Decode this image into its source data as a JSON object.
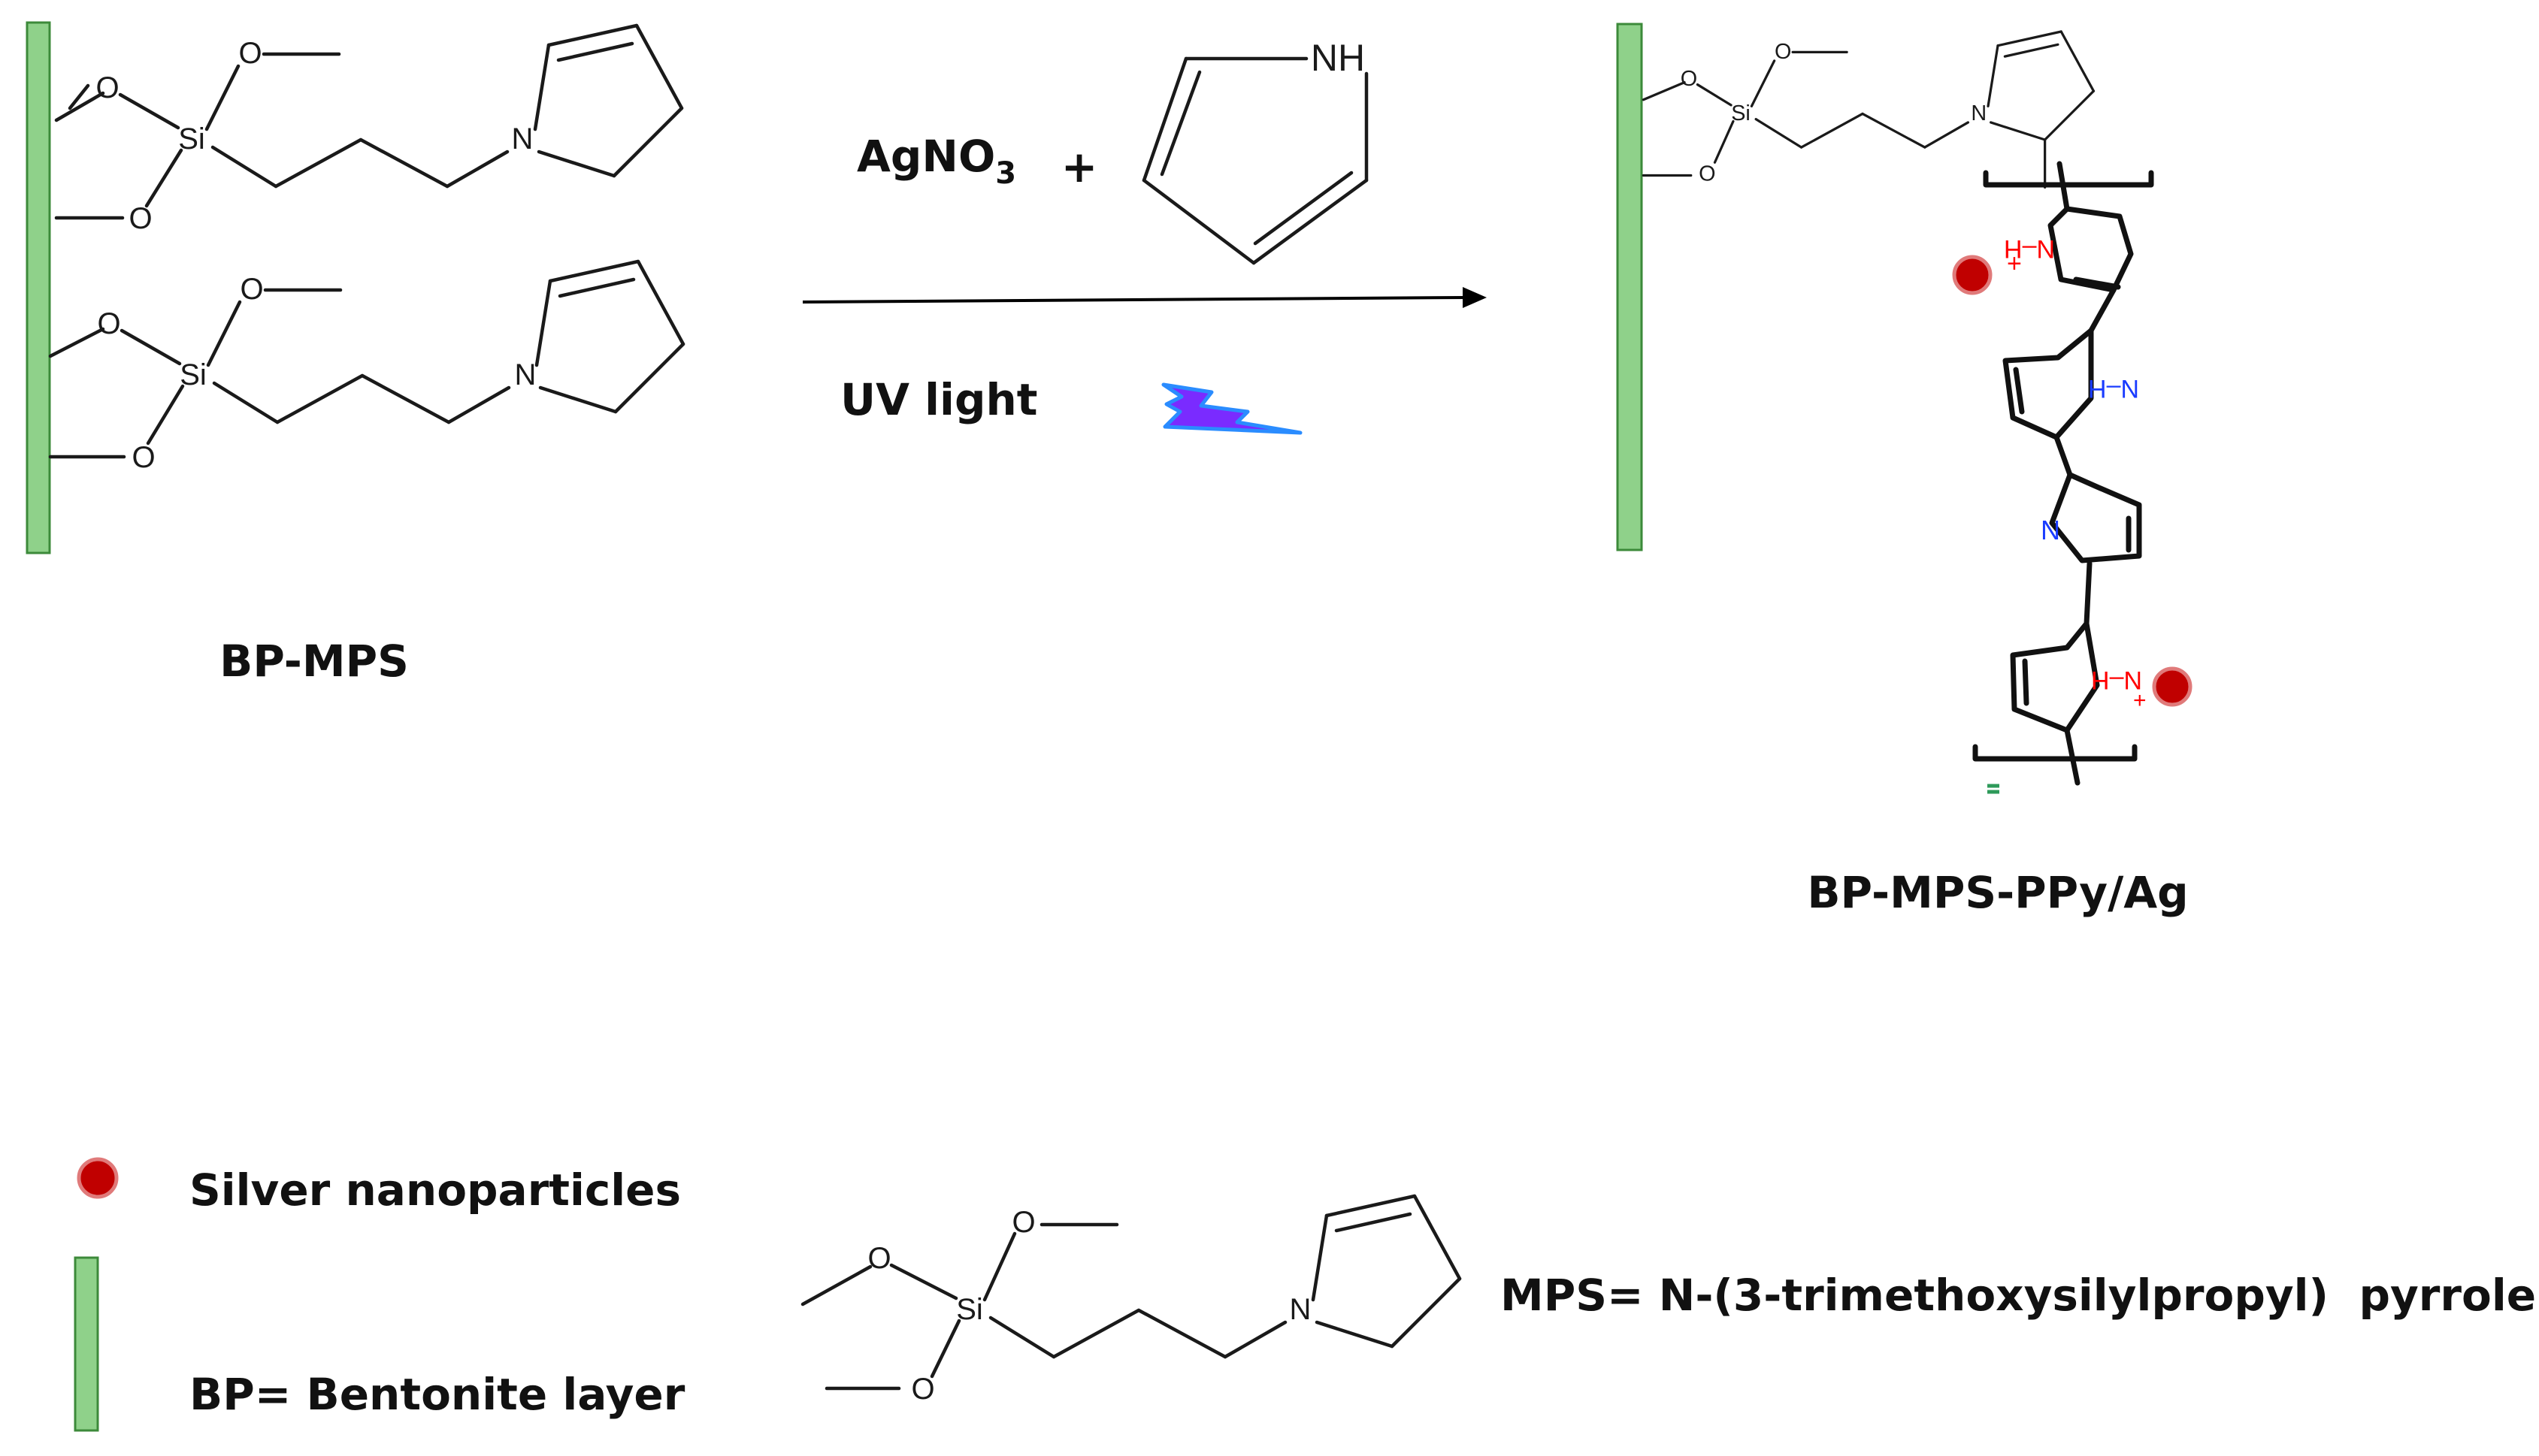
{
  "reagents": {
    "silver_salt": "AgNO",
    "silver_salt_subscript": "3",
    "plus": "+",
    "pyrrole_nh": "NH"
  },
  "conditions": {
    "uv_label": "UV light"
  },
  "labels": {
    "reactant": "BP-MPS",
    "product": "BP-MPS-PPy/Ag"
  },
  "atoms": {
    "si": "Si",
    "o": "O",
    "n": "N",
    "nh_red": "N–H",
    "n_plus": "+",
    "nh_blue": "N–H",
    "n_blue": "N"
  },
  "legend": {
    "silver": "Silver nanoparticles",
    "bp": "BP= Bentonite layer",
    "mps": "MPS= N-(3-trimethoxysilylpropyl)  pyrrole"
  },
  "colors": {
    "bentonite_fill": "#8fd18a",
    "bentonite_stroke": "#3c8a3a",
    "silver_particle": "#c00000",
    "doped_nh": "#ff0000",
    "neutral_nh": "#1a3cff",
    "lightning": "#7a2bff"
  },
  "icons": {
    "uv": "lightning-bolt-icon",
    "silver": "silver-nanoparticle-icon"
  }
}
